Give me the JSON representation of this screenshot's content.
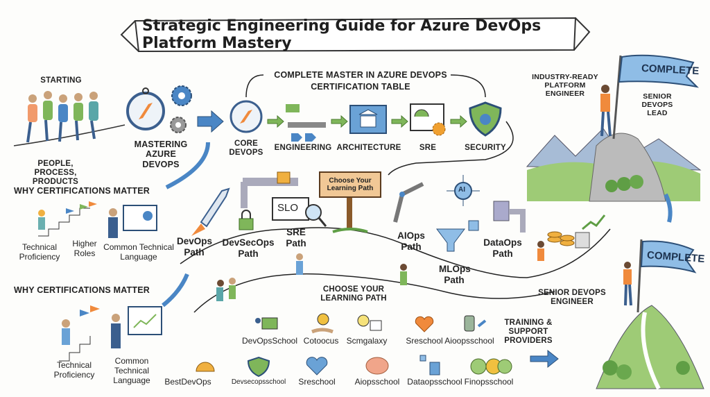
{
  "title": "Strategic Engineering Guide for Azure DevOps Platform Mastery",
  "start": {
    "heading": "Starting",
    "caption": "People, Process, Products"
  },
  "mastering": "Mastering Azure DevOps",
  "certification_table": {
    "heading_line1": "Complete Master in Azure DevOps",
    "heading_line2": "Certification Table",
    "steps": [
      "Core DevOps",
      "Engineering",
      "Architecture",
      "SRE",
      "Security"
    ]
  },
  "summit_top": {
    "flag": "COMPLETE",
    "left_label": "Industry-Ready Platform Engineer",
    "right_label": "Senior DevOps Lead"
  },
  "why_1": {
    "heading": "Why Certifications Matter",
    "items": [
      "Technical Proficiency",
      "Higher Roles",
      "Common Technical Language"
    ]
  },
  "why_2": {
    "heading": "Why Certifications Matter",
    "items": [
      "Technical Proficiency",
      "Common Technical Language"
    ]
  },
  "paths": {
    "sign": "Choose Your Learning Path",
    "choose_label": "Choose Your Learning Path",
    "items": [
      "DevOps Path",
      "DevSecOps Path",
      "SRE Path",
      "AIOps Path",
      "MLOps Path",
      "DataOps Path"
    ],
    "slo": "SLO",
    "ai": "AI"
  },
  "summit_bottom": {
    "flag": "COMPLETE",
    "label": "Senior DevOps Engineer"
  },
  "providers": {
    "heading": "Training & Support Providers",
    "row1": [
      "DevOpsSchool",
      "Cotoocus",
      "Scmgalaxy",
      "Sreschool",
      "Aioopsschool"
    ],
    "row2": [
      "BestDevOps",
      "Devsecopsschool",
      "Sreschool",
      "Aiopsschool",
      "Dataopsschool",
      "Finopsschool"
    ]
  },
  "colors": {
    "blue": "#4a86c5",
    "green": "#7fb65a",
    "orange": "#f08a3c",
    "flag": "#8fbde6"
  }
}
